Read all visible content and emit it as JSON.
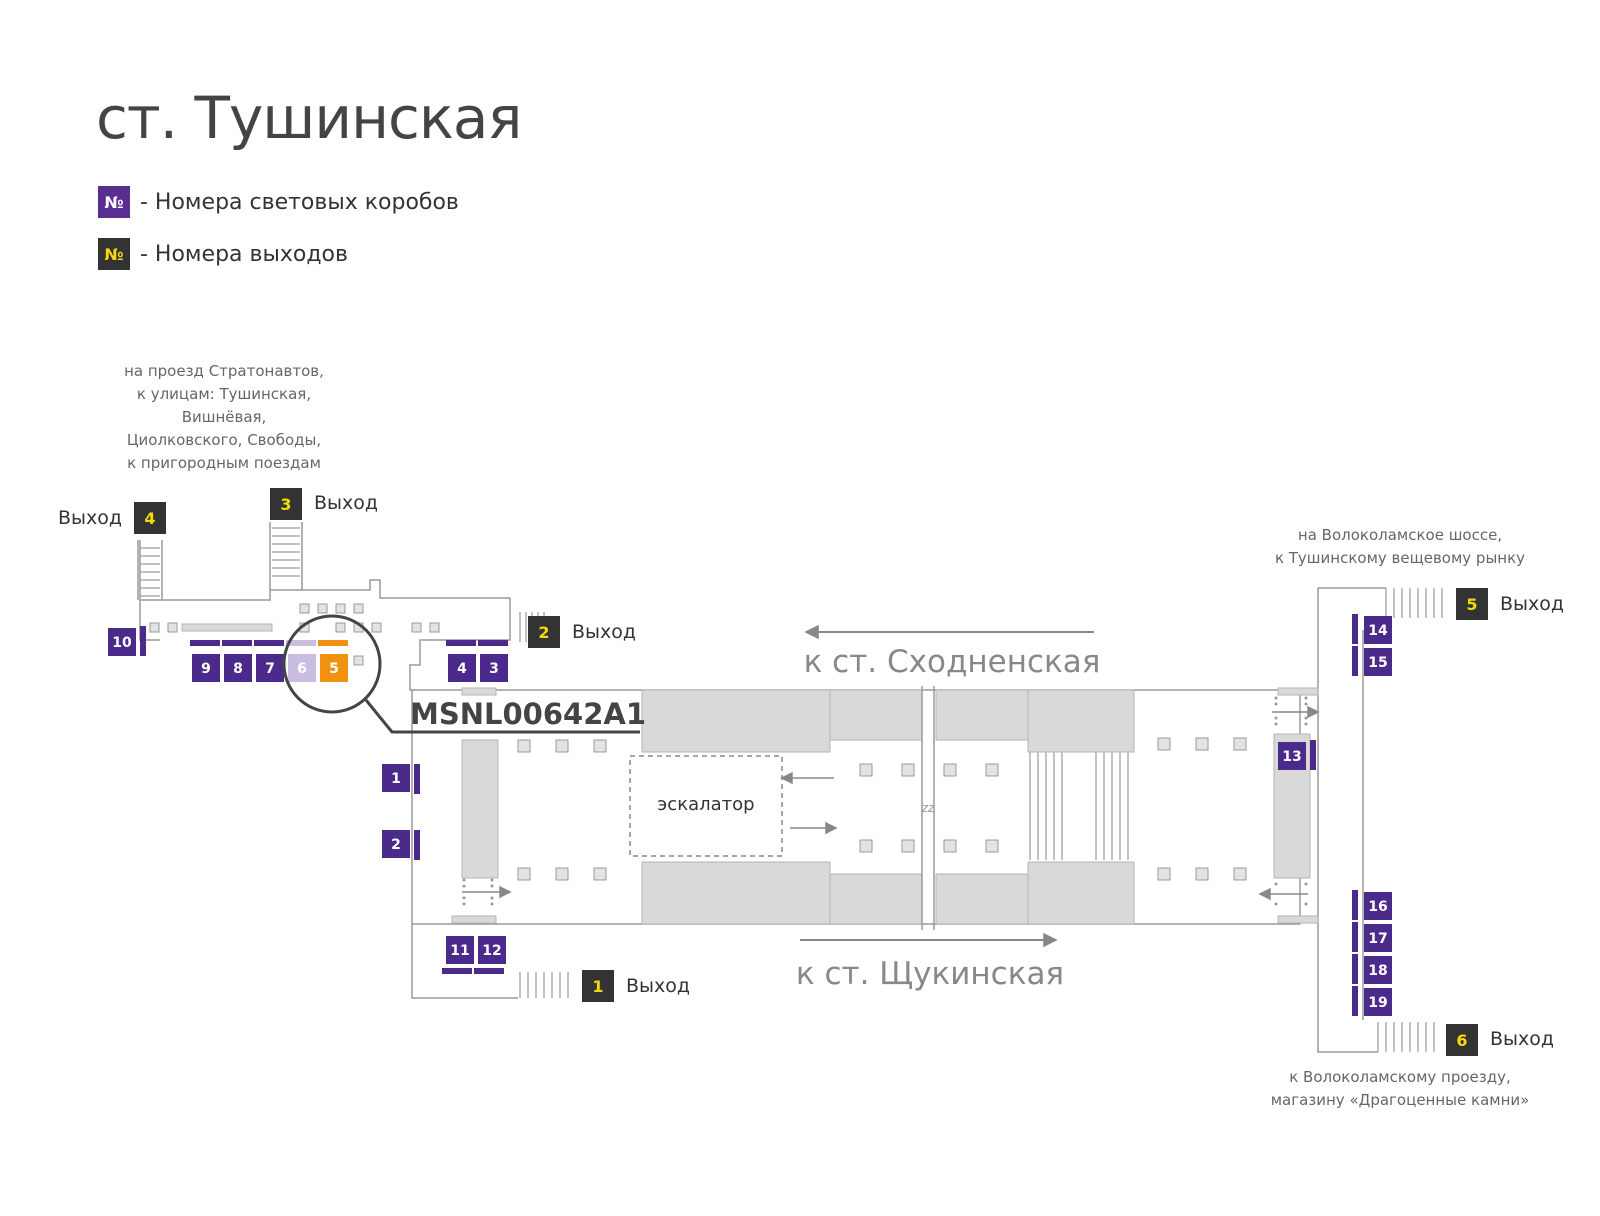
{
  "title": "ст. Тушинская",
  "legend": [
    {
      "symbol": "№",
      "text": "- Номера световых коробов",
      "box_color": "#5a2d91",
      "symbol_color": "#ffffff"
    },
    {
      "symbol": "№",
      "text": "- Номера выходов",
      "box_color": "#333333",
      "symbol_color": "#f5d90a"
    }
  ],
  "colors": {
    "lightbox": "#4b2a8c",
    "lightbox_light": "#c9bde0",
    "highlight": "#f0920f",
    "exit_box": "#333333",
    "exit_number": "#f5d90a",
    "wall": "#9a9a9a",
    "block": "#d9d9d9"
  },
  "destinations": {
    "top_left": [
      "на проезд Стратонавтов,",
      "к улицам: Тушинская,",
      "Вишнёвая,",
      "Циолковского, Свободы,",
      "к пригородным поездам"
    ],
    "top_right": [
      "на Волоколамское шоссе,",
      "к Тушинскому вещевому рынку"
    ],
    "bottom_right": [
      "к Волоколамскому проезду,",
      "магазину «Драгоценные камни»"
    ]
  },
  "exits": [
    {
      "number": "1",
      "label": "Выход"
    },
    {
      "number": "2",
      "label": "Выход"
    },
    {
      "number": "3",
      "label": "Выход"
    },
    {
      "number": "4",
      "label": "Выход"
    },
    {
      "number": "5",
      "label": "Выход"
    },
    {
      "number": "6",
      "label": "Выход"
    }
  ],
  "directions": {
    "north": "к ст. Сходненская",
    "south": "к ст. Щукинская"
  },
  "escalator_label": "эскалатор",
  "zz_label": "zz",
  "highlight_code": "MSNL00642A1",
  "highlighted_lightbox": "5",
  "dimmed_lightbox": "6",
  "lightboxes": [
    "1",
    "2",
    "3",
    "4",
    "5",
    "6",
    "7",
    "8",
    "9",
    "10",
    "11",
    "12",
    "13",
    "14",
    "15",
    "16",
    "17",
    "18",
    "19"
  ]
}
